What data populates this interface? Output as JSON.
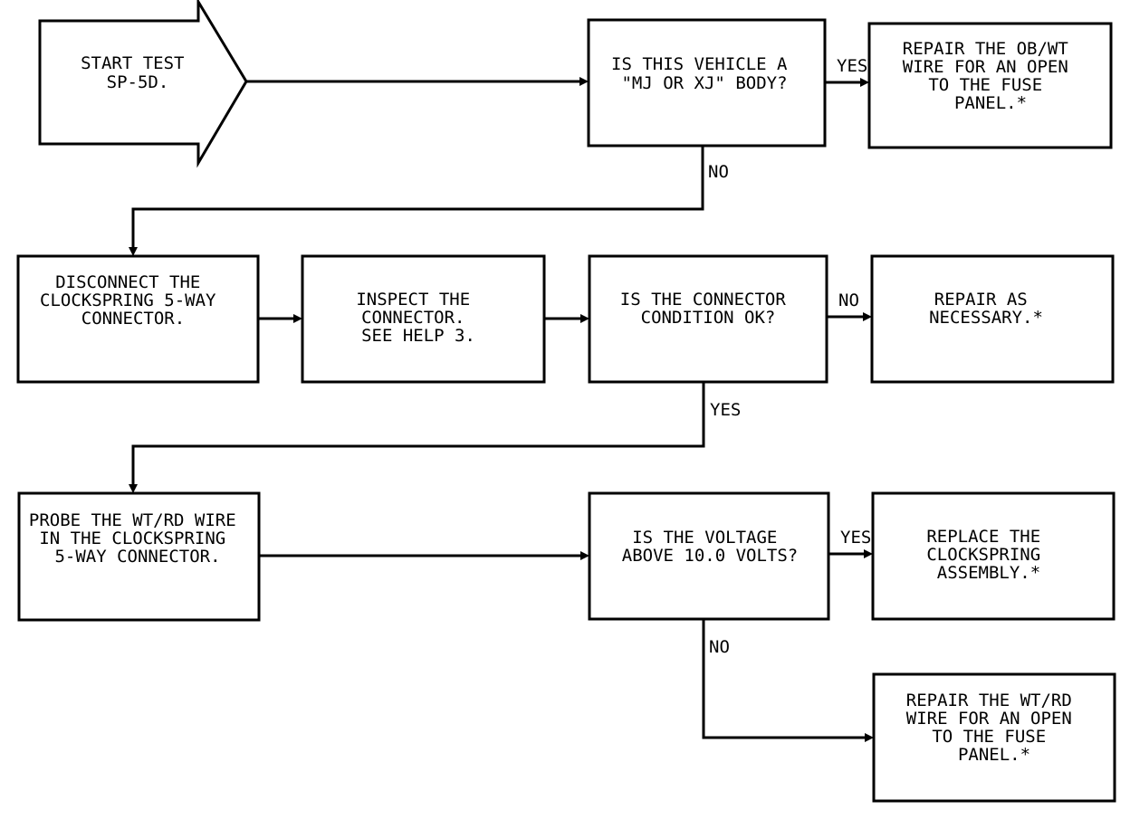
{
  "nodes": {
    "start": [
      "START TEST",
      "SP-5D."
    ],
    "q_body": [
      "IS THIS VEHICLE A",
      "\"MJ OR XJ\" BODY?"
    ],
    "repair_ob": [
      "REPAIR THE OB/WT",
      "WIRE FOR AN OPEN",
      "TO THE FUSE",
      "PANEL.*"
    ],
    "disconnect": [
      "DISCONNECT THE",
      "CLOCKSPRING 5-WAY",
      "CONNECTOR."
    ],
    "inspect": [
      "INSPECT THE",
      "CONNECTOR.",
      "SEE HELP 3."
    ],
    "q_connector": [
      "IS THE CONNECTOR",
      "CONDITION OK?"
    ],
    "repair_nec": [
      "REPAIR AS",
      "NECESSARY.*"
    ],
    "probe": [
      "PROBE THE WT/RD WIRE",
      "IN THE CLOCKSPRING",
      "5-WAY CONNECTOR."
    ],
    "q_voltage": [
      "IS THE VOLTAGE",
      "ABOVE 10.0 VOLTS?"
    ],
    "replace": [
      "REPLACE THE",
      "CLOCKSPRING",
      "ASSEMBLY.*"
    ],
    "repair_wt": [
      "REPAIR THE WT/RD",
      "WIRE FOR AN OPEN",
      "TO THE FUSE",
      "PANEL.*"
    ]
  },
  "edge_labels": {
    "q_body_yes": "YES",
    "q_body_no": "NO",
    "q_connector_no": "NO",
    "q_connector_yes": "YES",
    "q_voltage_yes": "YES",
    "q_voltage_no": "NO"
  }
}
